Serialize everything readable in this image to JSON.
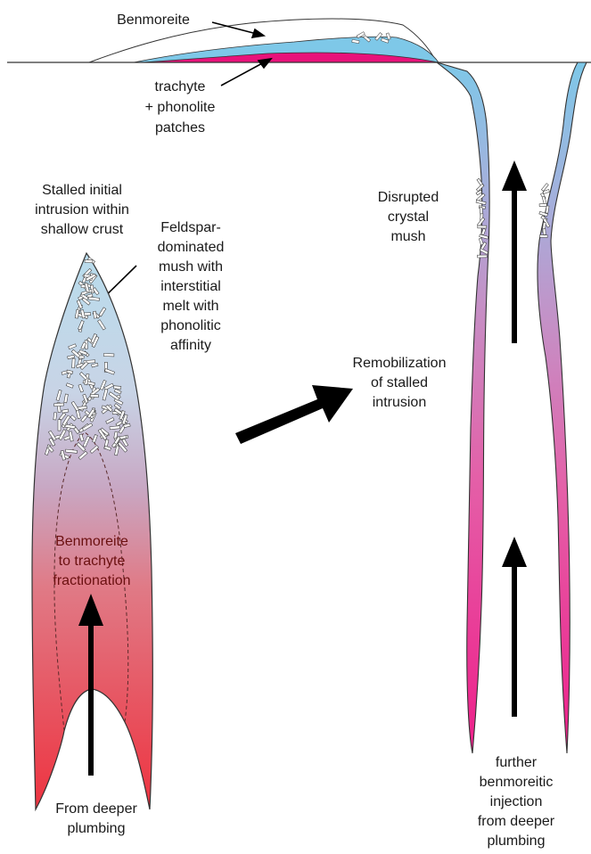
{
  "colors": {
    "benmoreite_layer": "#ffffff",
    "cyan_layer": "#7ec8e8",
    "magenta_layer": "#e8127a",
    "intrusion_top": "#b8dcec",
    "intrusion_bottom": "#ee3340",
    "conduit_top": "#7ec8e8",
    "conduit_bottom": "#ee1f8a",
    "arrow": "#000000",
    "outline": "#333333"
  },
  "labels": {
    "benmoreite": "Benmoreite",
    "trachyte": "trachyte",
    "phonolite": "+ phonolite",
    "patches": "patches",
    "stalled_1": "Stalled initial",
    "stalled_2": "intrusion within",
    "stalled_3": "shallow crust",
    "felds_1": "Feldspar-",
    "felds_2": "dominated",
    "felds_3": "mush with",
    "felds_4": "interstitial",
    "felds_5": "melt with",
    "felds_6": "phonolitic",
    "felds_7": "affinity",
    "frac_1": "Benmoreite",
    "frac_2": "to trachyte",
    "frac_3": "fractionation",
    "deeper_1": "From deeper",
    "deeper_2": "plumbing",
    "remob_1": "Remobilization",
    "remob_2": "of stalled",
    "remob_3": "intrusion",
    "disrupted_1": "Disrupted",
    "disrupted_2": "crystal",
    "disrupted_3": "mush",
    "further_1": "further",
    "further_2": "benmoreitic",
    "further_3": "injection",
    "further_4": "from deeper",
    "further_5": "plumbing"
  }
}
